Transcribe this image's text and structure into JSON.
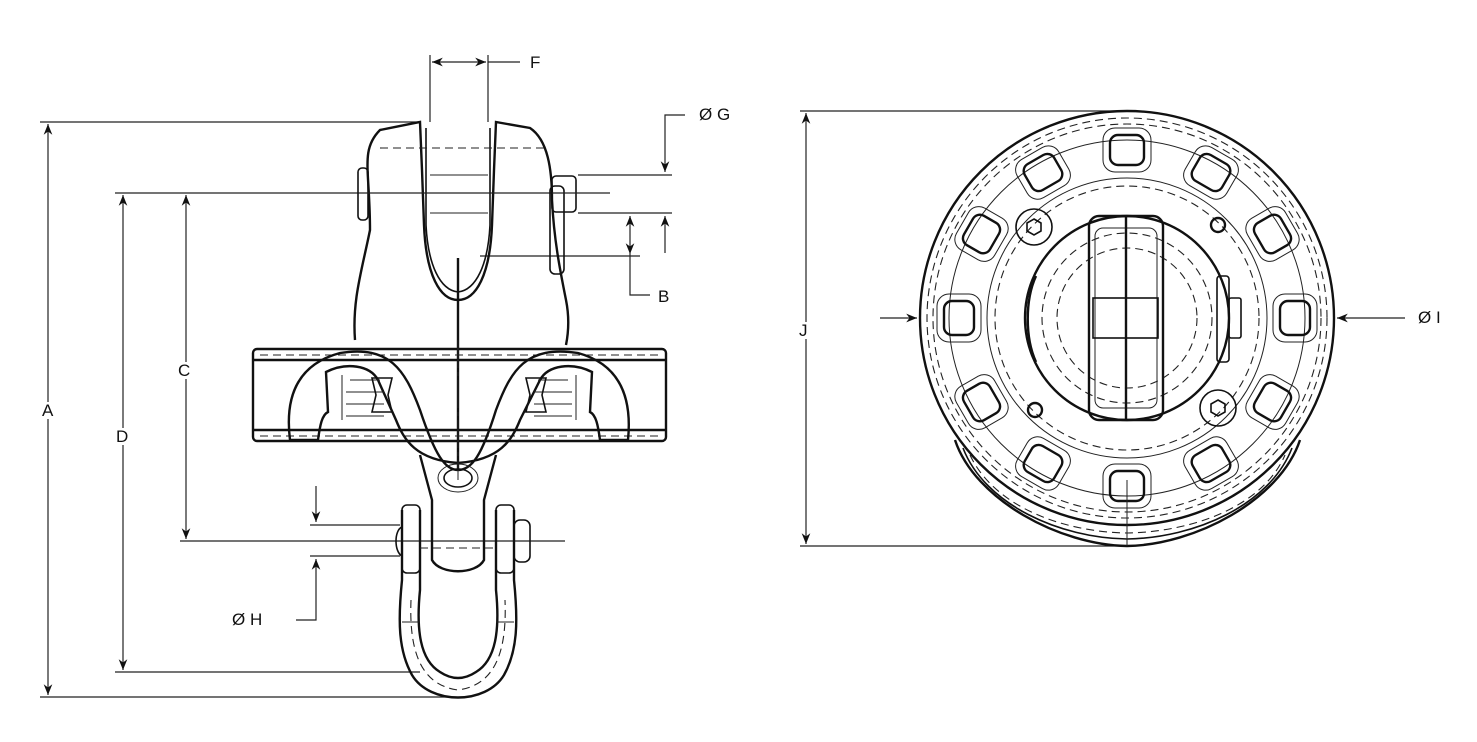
{
  "drawing": {
    "views": [
      {
        "name": "front-view",
        "description": "Swivel with jaw top, bearing housing and bottom shackle"
      },
      {
        "name": "top-view",
        "description": "Circular bearing ring with slotted holes and central pin"
      }
    ],
    "dimensions": {
      "A": {
        "label": "A",
        "type": "overall height"
      },
      "B": {
        "label": "B",
        "type": "height"
      },
      "C": {
        "label": "C",
        "type": "pin-to-pin distance"
      },
      "D": {
        "label": "D",
        "type": "pin to shackle bottom"
      },
      "F": {
        "label": "F",
        "type": "jaw width"
      },
      "G": {
        "label": "Ø G",
        "symbol": "Ø",
        "letter": "G",
        "type": "pin diameter (top)"
      },
      "H": {
        "label": "Ø H",
        "symbol": "Ø",
        "letter": "H",
        "type": "pin diameter (shackle)"
      },
      "I": {
        "label": "Ø I",
        "symbol": "Ø",
        "letter": "I",
        "type": "ring outer diameter"
      },
      "J": {
        "label": "J",
        "type": "top view overall depth"
      }
    },
    "colors": {
      "line": "#111111",
      "background": "#ffffff"
    }
  }
}
